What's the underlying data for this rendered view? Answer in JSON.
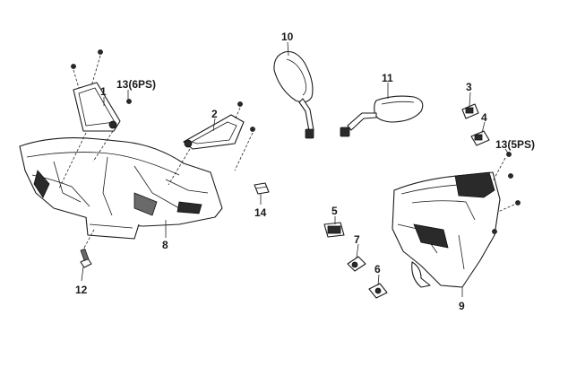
{
  "callouts": {
    "c1": "1",
    "c2": "2",
    "c3": "3",
    "c4": "4",
    "c5": "5",
    "c6": "6",
    "c7": "7",
    "c8": "8",
    "c9": "9",
    "c10": "10",
    "c11": "11",
    "c12": "12",
    "c13a": "13(6PS)",
    "c13b": "13(5PS)",
    "c14": "14"
  }
}
